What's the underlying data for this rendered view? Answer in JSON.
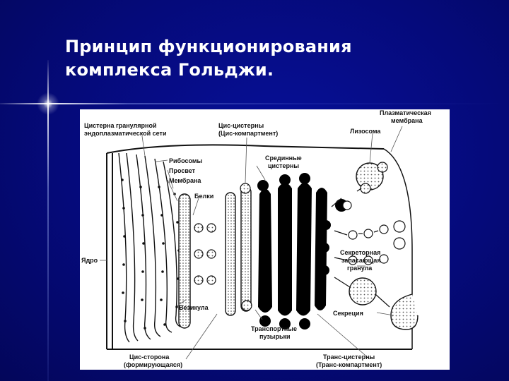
{
  "slide": {
    "title_line1": "Принцип функционирования",
    "title_line2": "комплекса Гольджи."
  },
  "diagram": {
    "labels": {
      "cisterna_line1": "Цистерна гранулярной",
      "cisterna_line2": "эндоплазматической сети",
      "cis_cisterns_line1": "Цис-цистерны",
      "cis_cisterns_line2": "(Цис-компартмент)",
      "plasma_line1": "Плазматическая",
      "plasma_line2": "мембрана",
      "lysosome": "Лизосома",
      "ribosomes": "Рибосомы",
      "lumen": "Просвет",
      "membrane": "Мембрана",
      "medial_line1": "Срединные",
      "medial_line2": "цистерны",
      "proteins": "Белки",
      "nucleus": "Ядро",
      "secretory_line1": "Секреторная",
      "secretory_line2": "запасающая",
      "secretory_line3": "гранула",
      "vesicle": "Везикула",
      "secretion": "Секреция",
      "transport_line1": "Транспортные",
      "transport_line2": "пузырьки",
      "cis_side_line1": "Цис-сторона",
      "cis_side_line2": "(формирующаяся)",
      "trans_line1": "Транс-цистерны",
      "trans_line2": "(Транс-компартмент)"
    }
  }
}
